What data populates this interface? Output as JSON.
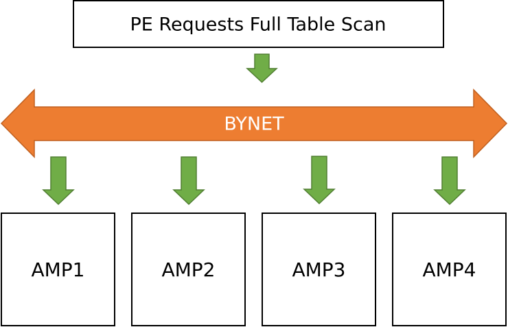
{
  "diagram": {
    "source": {
      "label": "PE Requests Full Table Scan"
    },
    "bus": {
      "label": "BYNET"
    },
    "amps": [
      {
        "label": "AMP1"
      },
      {
        "label": "AMP2"
      },
      {
        "label": "AMP3"
      },
      {
        "label": "AMP4"
      }
    ],
    "colors": {
      "bus_fill": "#ed7d31",
      "bus_stroke": "#c05f1e",
      "arrow_fill": "#70ad47",
      "arrow_stroke": "#507e32",
      "box_stroke": "#000000",
      "box_fill": "#ffffff"
    }
  }
}
